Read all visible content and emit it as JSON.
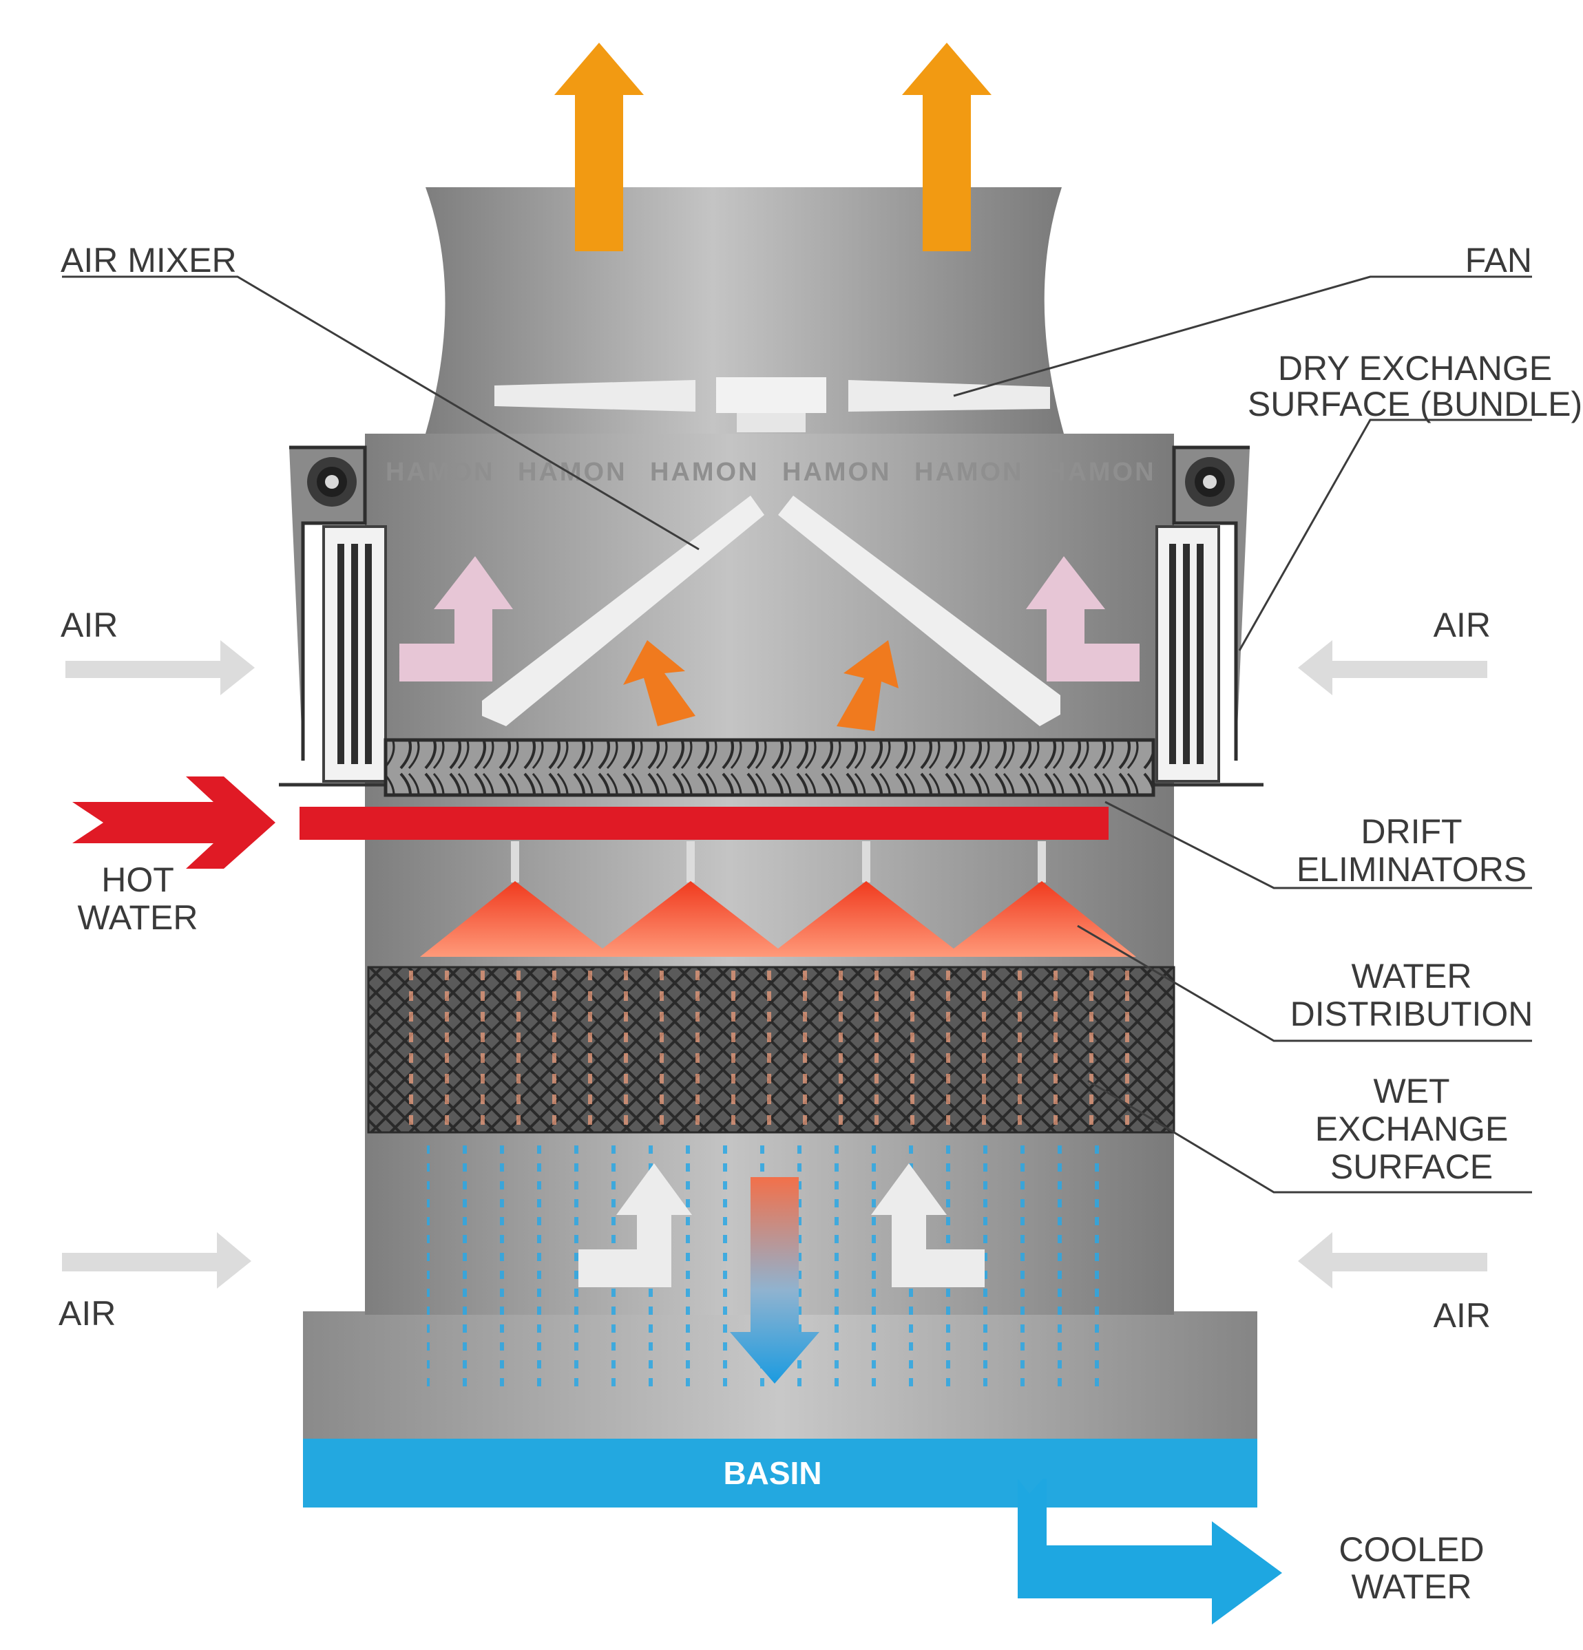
{
  "labels": {
    "air_mixer": "AIR MIXER",
    "fan": "FAN",
    "dry_exchange_1": "DRY EXCHANGE",
    "dry_exchange_2": "SURFACE (BUNDLE)",
    "air": "AIR",
    "hot_water_1": "HOT",
    "hot_water_2": "WATER",
    "drift_1": "DRIFT",
    "drift_2": "ELIMINATORS",
    "water_distribution_1": "WATER",
    "water_distribution_2": "DISTRIBUTION",
    "wet_exchange_1": "WET",
    "wet_exchange_2": "EXCHANGE",
    "wet_exchange_3": "SURFACE",
    "basin": "BASIN",
    "cooled_water_1": "COOLED",
    "cooled_water_2": "WATER"
  },
  "brand_text": "HAMON",
  "colors": {
    "exhaust_arrow": "#f29a12",
    "hot_water": "#e01a25",
    "warm_air": "#f07a1e",
    "pink_air": "#e7c6d6",
    "inlet_air": "#dcdcdc",
    "spray": "#f25a38",
    "basin": "#23a8e0",
    "cooled_water": "#1ea7e1",
    "tower_body": "#a4a4a4"
  }
}
